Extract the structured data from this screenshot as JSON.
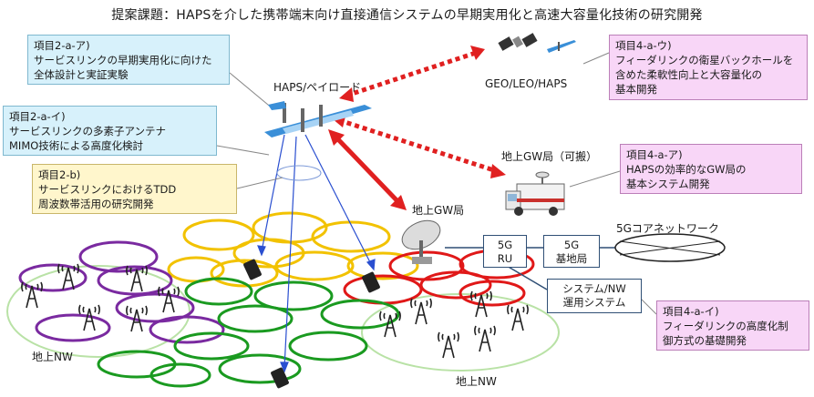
{
  "title": "提案課題：HAPSを介した携帯端末向け直接通信システムの早期実用化と高速大容量化技術の研究開発",
  "boxes": {
    "item_2a_a": [
      "項目2-a-ア)",
      "サービスリンクの早期実用化に向けた",
      "全体設計と実証実験"
    ],
    "item_2a_i": [
      "項目2-a-イ)",
      "サービスリンクの多素子アンテナ",
      "MIMO技術による高度化検討"
    ],
    "item_2b": [
      "項目2-b)",
      "サービスリンクにおけるTDD",
      "周波数帯活用の研究開発"
    ],
    "item_4a_u": [
      "項目4-a-ウ)",
      "フィーダリンクの衛星バックホールを",
      "含めた柔軟性向上と大容量化の",
      "基本開発"
    ],
    "item_4a_a": [
      "項目4-a-ア)",
      "HAPSの効率的なGW局の",
      "基本システム開発"
    ],
    "item_4a_i": [
      "項目4-a-イ)",
      "フィーダリンクの高度化制",
      "御方式の基礎開発"
    ]
  },
  "labels": {
    "haps_payload": "HAPS/ペイロード",
    "geo_leo_haps": "GEO/LEO/HAPS",
    "ground_gw_portable": "地上GW局（可搬）",
    "ground_gw": "地上GW局",
    "ru": [
      "5G",
      "RU"
    ],
    "base_station": [
      "5G",
      "基地局"
    ],
    "core_network": "5Gコアネットワーク",
    "system_ops": [
      "システム/NW",
      "運用システム"
    ],
    "ground_nw_left": "地上NW",
    "ground_nw_bottom": "地上NW"
  },
  "colors": {
    "feeder_link": "#e02020",
    "beam": "#2a4fd0",
    "ring_yellow": "#f2c200",
    "ring_red": "#e01818",
    "ring_purple": "#7a2aa0",
    "ring_green": "#1a9a20"
  }
}
